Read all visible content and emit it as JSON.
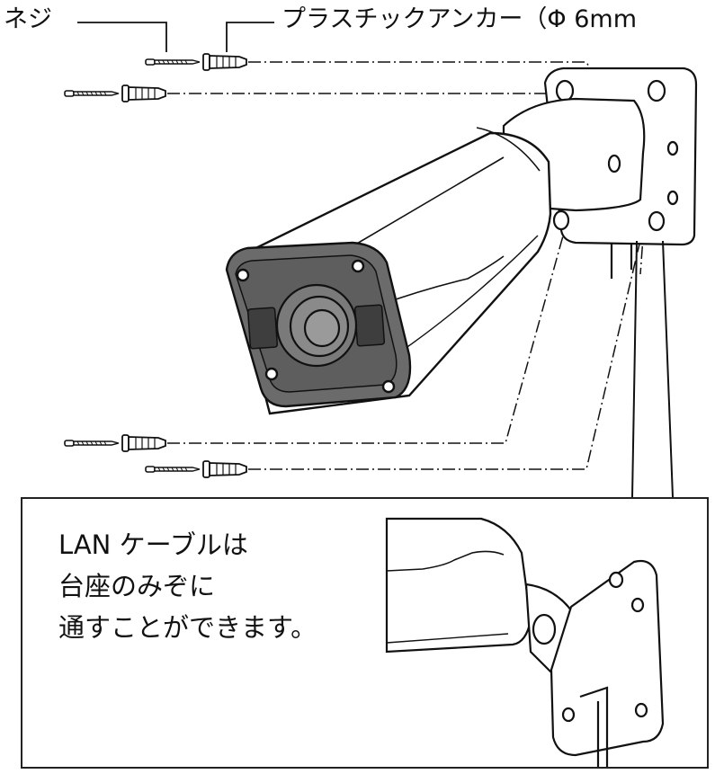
{
  "labels": {
    "screw": "ネジ",
    "anchor": "プラスチックアンカー（Φ 6mm"
  },
  "inset": {
    "lines": [
      "LAN ケーブルは",
      "台座のみぞに",
      "通すことができます。"
    ]
  },
  "colors": {
    "line": "#111111",
    "camera_face": "#6b6b6b",
    "camera_face_dark": "#4a4a4a",
    "lens": "#8a8a8a",
    "body": "#ffffff"
  }
}
